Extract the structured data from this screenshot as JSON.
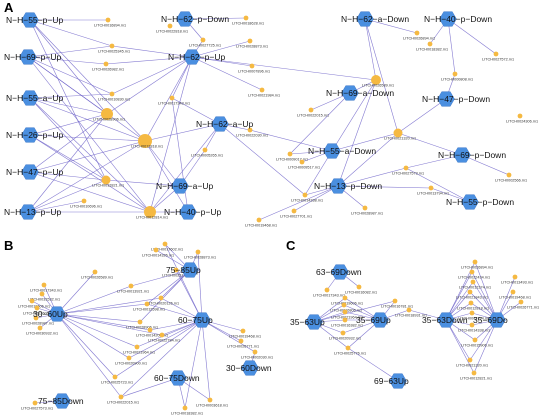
{
  "panels": [
    {
      "letter": "A",
      "hubs": [
        {
          "id": "a1",
          "label": "N−H−55−p−Up"
        },
        {
          "id": "a2",
          "label": "N−H−62−p−Down"
        },
        {
          "id": "a3",
          "label": "N−H−62−a−Down"
        },
        {
          "id": "a4",
          "label": "N−H−40−p−Down"
        },
        {
          "id": "a5",
          "label": "N−H−69−p−Up"
        },
        {
          "id": "a6",
          "label": "N−H−62−p−Up"
        },
        {
          "id": "a7",
          "label": "N−H−55−a−Up"
        },
        {
          "id": "a8",
          "label": "N−H−69−a−Down"
        },
        {
          "id": "a9",
          "label": "N−H−47−p−Down"
        },
        {
          "id": "a10",
          "label": "N−H−62−a−Up"
        },
        {
          "id": "a11",
          "label": "N−H−26−p−Up"
        },
        {
          "id": "a12",
          "label": "N−H−55−a−Down"
        },
        {
          "id": "a13",
          "label": "N−H−69−p−Down"
        },
        {
          "id": "a14",
          "label": "N−H−47−p−Up"
        },
        {
          "id": "a15",
          "label": "N−H−69−a−Up"
        },
        {
          "id": "a16",
          "label": "N−H−13−p−Down"
        },
        {
          "id": "a17",
          "label": "N−H−55−p−Down"
        },
        {
          "id": "a18",
          "label": "N−H−13−p−Up"
        },
        {
          "id": "a19",
          "label": "N−H−40−p−Up"
        }
      ],
      "leaves": [
        {
          "id": "la1",
          "label": "LITCH0016894.m1"
        },
        {
          "id": "la2",
          "label": "LITCH0022818.m1"
        },
        {
          "id": "la3",
          "label": "LITCH0018628.m1"
        },
        {
          "id": "la4",
          "label": "LITCH0025345.m1"
        },
        {
          "id": "la5",
          "label": "LITCH0027725.m1"
        },
        {
          "id": "la6",
          "label": "LITCH0028873.m1"
        },
        {
          "id": "la7",
          "label": "LITCH0026982.m1"
        },
        {
          "id": "la8",
          "label": "LITCH0007896.m1"
        },
        {
          "id": "la9",
          "label": "LITCH0026894.m1"
        },
        {
          "id": "la10",
          "label": "LITCH0018382.m1"
        },
        {
          "id": "la11",
          "label": "LITCH0027572.m1"
        },
        {
          "id": "la12",
          "label": "LITCH0000808.m1"
        },
        {
          "id": "la13",
          "label": "LITCH0010830.m1"
        },
        {
          "id": "la14",
          "label": "LITCH0021984.m1"
        },
        {
          "id": "la15",
          "label": "LITCH0026589.m1"
        },
        {
          "id": "la16",
          "label": "LITCH0017343.m1"
        },
        {
          "id": "la17",
          "label": "LITCH0028906.m1"
        },
        {
          "id": "la18",
          "label": "LITCH0022015.m1"
        },
        {
          "id": "la19",
          "label": "LITCH0022030.m1"
        },
        {
          "id": "la20",
          "label": "LITCH0021320.m1"
        },
        {
          "id": "la21",
          "label": "LITCH0024306.m1"
        },
        {
          "id": "la22",
          "label": "LITCH0012818.m1"
        },
        {
          "id": "la23",
          "label": "LITCH0005265.m1"
        },
        {
          "id": "la24",
          "label": "LITCH0009017.m1"
        },
        {
          "id": "la25",
          "label": "LITCH0009517.m1"
        },
        {
          "id": "la26",
          "label": "LITCH0027573.m1"
        },
        {
          "id": "la27",
          "label": "LITCH0002566.m1"
        },
        {
          "id": "la28",
          "label": "LITCH0012821.m1"
        },
        {
          "id": "la29",
          "label": "LITCH0014338.m1"
        },
        {
          "id": "la30",
          "label": "LITCH0010696.m1"
        },
        {
          "id": "la31",
          "label": "LITCH0019468.m1"
        },
        {
          "id": "la32",
          "label": "LITCH0027701.m1"
        },
        {
          "id": "la33",
          "label": "LITCH0013794.m1"
        },
        {
          "id": "la34",
          "label": "LITCH0028987.m1"
        },
        {
          "id": "la35",
          "label": "LITCH0012814.m1"
        }
      ],
      "edges": [
        [
          "a1",
          "la1"
        ],
        [
          "a1",
          "la4"
        ],
        [
          "a1",
          "la22"
        ],
        [
          "a1",
          "la17"
        ],
        [
          "a1",
          "la28"
        ],
        [
          "a2",
          "la5"
        ],
        [
          "a2",
          "la3"
        ],
        [
          "a5",
          "la4"
        ],
        [
          "a5",
          "la7"
        ],
        [
          "a5",
          "la22"
        ],
        [
          "a5",
          "la13"
        ],
        [
          "a5",
          "la17"
        ],
        [
          "a5",
          "la35"
        ],
        [
          "a6",
          "la5"
        ],
        [
          "a6",
          "la6"
        ],
        [
          "a6",
          "la8"
        ],
        [
          "a6",
          "la14"
        ],
        [
          "a6",
          "la4"
        ],
        [
          "a6",
          "la7"
        ],
        [
          "a6",
          "la13"
        ],
        [
          "a6",
          "la17"
        ],
        [
          "a6",
          "la16"
        ],
        [
          "a6",
          "la22"
        ],
        [
          "a6",
          "la35"
        ],
        [
          "a6",
          "la15"
        ],
        [
          "a7",
          "la22"
        ],
        [
          "a7",
          "la17"
        ],
        [
          "a7",
          "la13"
        ],
        [
          "a7",
          "la35"
        ],
        [
          "a7",
          "la28"
        ],
        [
          "a11",
          "la22"
        ],
        [
          "a11",
          "la17"
        ],
        [
          "a11",
          "la35"
        ],
        [
          "a11",
          "la28"
        ],
        [
          "a14",
          "la22"
        ],
        [
          "a14",
          "la17"
        ],
        [
          "a14",
          "la28"
        ],
        [
          "a14",
          "la35"
        ],
        [
          "a18",
          "la22"
        ],
        [
          "a18",
          "la17"
        ],
        [
          "a18",
          "la35"
        ],
        [
          "a18",
          "la30"
        ],
        [
          "a18",
          "la28"
        ],
        [
          "a10",
          "la16"
        ],
        [
          "a10",
          "la22"
        ],
        [
          "a10",
          "la23"
        ],
        [
          "a10",
          "la35"
        ],
        [
          "a10",
          "la29"
        ],
        [
          "a10",
          "la19"
        ],
        [
          "a15",
          "la22"
        ],
        [
          "a15",
          "la35"
        ],
        [
          "a15",
          "la23"
        ],
        [
          "a15",
          "la28"
        ],
        [
          "a19",
          "la35"
        ],
        [
          "a19",
          "la22"
        ],
        [
          "a19",
          "la16"
        ],
        [
          "a3",
          "la9"
        ],
        [
          "a3",
          "la15"
        ],
        [
          "a3",
          "la20"
        ],
        [
          "a4",
          "la10"
        ],
        [
          "a4",
          "la11"
        ],
        [
          "a4",
          "la12"
        ],
        [
          "a8",
          "la15"
        ],
        [
          "a8",
          "la18"
        ],
        [
          "a8",
          "la24"
        ],
        [
          "a9",
          "la20"
        ],
        [
          "a9",
          "la12"
        ],
        [
          "a12",
          "la15"
        ],
        [
          "a12",
          "la20"
        ],
        [
          "a12",
          "la24"
        ],
        [
          "a12",
          "la25"
        ],
        [
          "a12",
          "la29"
        ],
        [
          "a12",
          "la19"
        ],
        [
          "a13",
          "la26"
        ],
        [
          "a13",
          "la27"
        ],
        [
          "a13",
          "la20"
        ],
        [
          "a16",
          "la20"
        ],
        [
          "a16",
          "la26"
        ],
        [
          "a16",
          "la29"
        ],
        [
          "a16",
          "la31"
        ],
        [
          "a16",
          "la32"
        ],
        [
          "a16",
          "la33"
        ],
        [
          "a16",
          "la34"
        ],
        [
          "a16",
          "la15"
        ],
        [
          "a17",
          "la33"
        ],
        [
          "a17",
          "la26"
        ],
        [
          "a20x",
          "la21"
        ]
      ]
    },
    {
      "letter": "B",
      "hubs": [
        {
          "id": "b1",
          "label": "30−60Up"
        },
        {
          "id": "b2",
          "label": "75−85Up"
        },
        {
          "id": "b3",
          "label": "60−75Up"
        },
        {
          "id": "b4",
          "label": "75−85Down"
        },
        {
          "id": "b5",
          "label": "60−75Down"
        },
        {
          "id": "b6",
          "label": "30−60Down"
        }
      ],
      "leaves": [
        {
          "id": "lb1",
          "label": "LITCH0017602.m1"
        },
        {
          "id": "lb2",
          "label": "LITCH0014326.m1"
        },
        {
          "id": "lb3",
          "label": "LITCH0028873.m1"
        },
        {
          "id": "lb4",
          "label": "LITCH0026589.m1"
        },
        {
          "id": "lb5",
          "label": "LITCH0017343.m1"
        },
        {
          "id": "lb6",
          "label": "LITCH0013921.m1"
        },
        {
          "id": "lb7",
          "label": "LITCH0031532.m1"
        },
        {
          "id": "lb8",
          "label": "LITCH0019606.m1"
        },
        {
          "id": "lb9",
          "label": "LITCH0012605.m1"
        },
        {
          "id": "lb10",
          "label": "LITCH0028987.m1"
        },
        {
          "id": "lb11",
          "label": "LITCH0030932.m1"
        },
        {
          "id": "lb12",
          "label": "LITCH0028906.m1"
        },
        {
          "id": "lb13",
          "label": "LITCH0025172.m1"
        },
        {
          "id": "lb14",
          "label": "LITCH0020126.m1"
        },
        {
          "id": "lb15",
          "label": "LITCH0012598.m1"
        },
        {
          "id": "lb16",
          "label": "LITCH0014208.m1"
        },
        {
          "id": "lb17",
          "label": "LITCH0022784.m1"
        },
        {
          "id": "lb18",
          "label": "LITCH0021964.m1"
        },
        {
          "id": "lb19",
          "label": "LITCH0019468.m1"
        },
        {
          "id": "lb20",
          "label": "LITCH0026771.m1"
        },
        {
          "id": "lb21",
          "label": "LITCH0020900.m1"
        },
        {
          "id": "lb22",
          "label": "LITCH0002030.m1"
        },
        {
          "id": "lb23",
          "label": "LITCH0025723.m1"
        },
        {
          "id": "lb24",
          "label": "LITCH0022015.m1"
        },
        {
          "id": "lb25",
          "label": "LITCH0018382.m1"
        },
        {
          "id": "lb26",
          "label": "LITCH0003618.m1"
        },
        {
          "id": "lb27",
          "label": "LITCH0027573.m1"
        }
      ],
      "edges": [
        [
          "b1",
          "lb4"
        ],
        [
          "b1",
          "lb5"
        ],
        [
          "b1",
          "lb6"
        ],
        [
          "b1",
          "lb7"
        ],
        [
          "b1",
          "lb8"
        ],
        [
          "b1",
          "lb9"
        ],
        [
          "b1",
          "lb10"
        ],
        [
          "b1",
          "lb11"
        ],
        [
          "b1",
          "lb12"
        ],
        [
          "b1",
          "lb14"
        ],
        [
          "b1",
          "lb15"
        ],
        [
          "b1",
          "lb16"
        ],
        [
          "b1",
          "lb17"
        ],
        [
          "b1",
          "lb18"
        ],
        [
          "b1",
          "lb21"
        ],
        [
          "b1",
          "lb23"
        ],
        [
          "b1",
          "lb24"
        ],
        [
          "b2",
          "lb1"
        ],
        [
          "b2",
          "lb2"
        ],
        [
          "b2",
          "lb3"
        ],
        [
          "b2",
          "lb6"
        ],
        [
          "b2",
          "lb12"
        ],
        [
          "b2",
          "lb14"
        ],
        [
          "b2",
          "lb15"
        ],
        [
          "b3",
          "lb13"
        ],
        [
          "b3",
          "lb14"
        ],
        [
          "b3",
          "lb15"
        ],
        [
          "b3",
          "lb16"
        ],
        [
          "b3",
          "lb17"
        ],
        [
          "b3",
          "lb18"
        ],
        [
          "b3",
          "lb19"
        ],
        [
          "b3",
          "lb20"
        ],
        [
          "b3",
          "lb21"
        ],
        [
          "b3",
          "lb22"
        ],
        [
          "b3",
          "lb23"
        ],
        [
          "b3",
          "lb24"
        ],
        [
          "b3",
          "lb25"
        ],
        [
          "b3",
          "lb26"
        ],
        [
          "b3",
          "lb3"
        ],
        [
          "b3",
          "lb1"
        ],
        [
          "b4",
          "lb27"
        ],
        [
          "b5",
          "lb25"
        ],
        [
          "b5",
          "lb26"
        ],
        [
          "b5",
          "lb24"
        ],
        [
          "b6",
          "lb22"
        ]
      ]
    },
    {
      "letter": "C",
      "hubs": [
        {
          "id": "c1",
          "label": "63−69Down"
        },
        {
          "id": "c2",
          "label": "35−63Up"
        },
        {
          "id": "c3",
          "label": "35−69Up"
        },
        {
          "id": "c4",
          "label": "35−63Down"
        },
        {
          "id": "c5",
          "label": "35−69Do"
        },
        {
          "id": "c6",
          "label": "69−63Up"
        }
      ],
      "leaves": [
        {
          "id": "lc1",
          "label": "LITCH0017343.m1"
        },
        {
          "id": "lc2",
          "label": "LITCH0016082.m1"
        },
        {
          "id": "lc3",
          "label": "LITCH0018931.m1"
        },
        {
          "id": "lc4",
          "label": "LITCH0026894.m1"
        },
        {
          "id": "lc5",
          "label": "LITCH0022434.m1"
        },
        {
          "id": "lc6",
          "label": "LITCH0012374.m1"
        },
        {
          "id": "lc7",
          "label": "LITCH0013493.m1"
        },
        {
          "id": "lc8",
          "label": "LITCH0019606.m1"
        },
        {
          "id": "lc9",
          "label": "LITCH0016781.m1"
        },
        {
          "id": "lc10",
          "label": "LITCH0021843.m1"
        },
        {
          "id": "lc11",
          "label": "LITCH0019468.m1"
        },
        {
          "id": "lc12",
          "label": "LITCH0016806.m1"
        },
        {
          "id": "lc13",
          "label": "LITCH0026771.m1"
        },
        {
          "id": "lc14",
          "label": "LITCH0021964.m1"
        },
        {
          "id": "lc15",
          "label": "LITCH0012818.m1"
        },
        {
          "id": "lc16",
          "label": "LITCH0016382.m1"
        },
        {
          "id": "lc17",
          "label": "LITCH0012794.m1"
        },
        {
          "id": "lc18",
          "label": "LITCH0014338.m1"
        },
        {
          "id": "lc19",
          "label": "LITCH0020932.m1"
        },
        {
          "id": "lc20",
          "label": "LITCH0015906.m1"
        },
        {
          "id": "lc21",
          "label": "LITCH0025776.m1"
        },
        {
          "id": "lc22",
          "label": "LITCH0021320.m1"
        },
        {
          "id": "lc23",
          "label": "LITCH0012821.m1"
        }
      ],
      "edges": [
        [
          "c1",
          "lc1"
        ],
        [
          "c1",
          "lc2"
        ],
        [
          "c2",
          "lc8"
        ],
        [
          "c2",
          "lc12"
        ],
        [
          "c2",
          "lc14"
        ],
        [
          "c2",
          "lc16"
        ],
        [
          "c2",
          "lc19"
        ],
        [
          "c2",
          "lc9"
        ],
        [
          "c2",
          "lc21"
        ],
        [
          "c3",
          "lc8"
        ],
        [
          "c3",
          "lc9"
        ],
        [
          "c3",
          "lc12"
        ],
        [
          "c3",
          "lc14"
        ],
        [
          "c3",
          "lc16"
        ],
        [
          "c3",
          "lc19"
        ],
        [
          "c3",
          "lc3"
        ],
        [
          "c3",
          "lc21"
        ],
        [
          "c4",
          "lc4"
        ],
        [
          "c4",
          "lc5"
        ],
        [
          "c4",
          "lc6"
        ],
        [
          "c4",
          "lc10"
        ],
        [
          "c4",
          "lc15"
        ],
        [
          "c4",
          "lc17"
        ],
        [
          "c4",
          "lc18"
        ],
        [
          "c4",
          "lc20"
        ],
        [
          "c4",
          "lc22"
        ],
        [
          "c4",
          "lc23"
        ],
        [
          "c4",
          "lc3"
        ],
        [
          "c5",
          "lc4"
        ],
        [
          "c5",
          "lc5"
        ],
        [
          "c5",
          "lc6"
        ],
        [
          "c5",
          "lc7"
        ],
        [
          "c5",
          "lc10"
        ],
        [
          "c5",
          "lc11"
        ],
        [
          "c5",
          "lc13"
        ],
        [
          "c5",
          "lc15"
        ],
        [
          "c5",
          "lc17"
        ],
        [
          "c5",
          "lc18"
        ],
        [
          "c5",
          "lc20"
        ],
        [
          "c5",
          "lc22"
        ],
        [
          "c5",
          "lc23"
        ],
        [
          "c6",
          "lc21"
        ]
      ]
    }
  ]
}
